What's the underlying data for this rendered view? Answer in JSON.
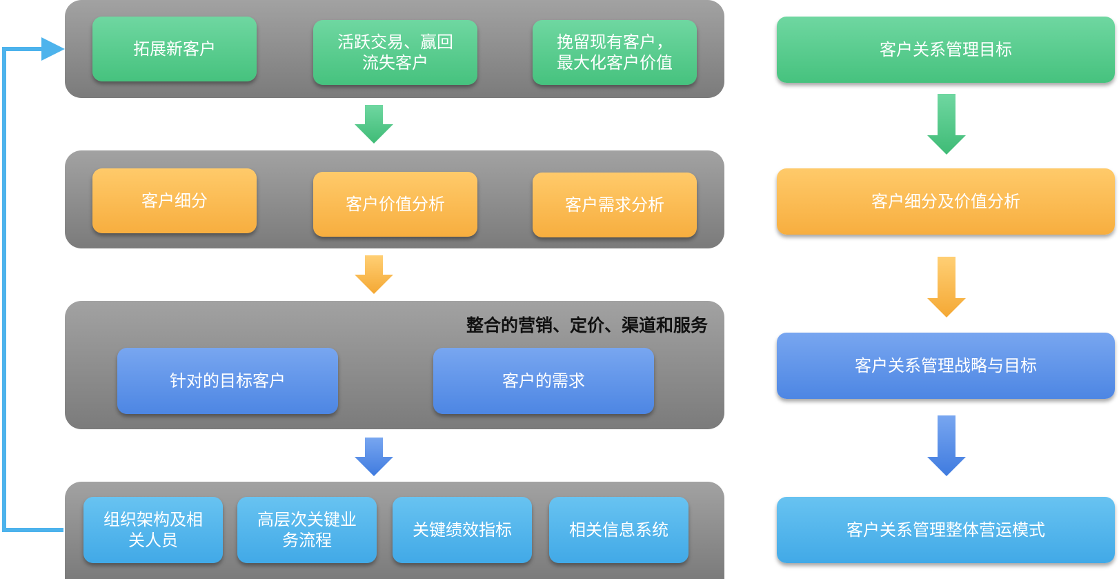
{
  "objectives_row": {
    "items": [
      "拓展新客户",
      "活跃交易、赢回\n流失客户",
      "挽留现有客户，\n最大化客户价值"
    ]
  },
  "analysis_row": {
    "items": [
      "客户细分",
      "客户价值分析",
      "客户需求分析"
    ]
  },
  "strategy_row": {
    "title": "整合的营销、定价、渠道和服务",
    "items": [
      "针对的目标客户",
      "客户的需求"
    ]
  },
  "operations_row": {
    "items": [
      "组织架构及相\n关人员",
      "高层次关键业\n务流程",
      "关键绩效指标",
      "相关信息系统"
    ]
  },
  "summary_column": {
    "items": [
      "客户关系管理目标",
      "客户细分及价值分析",
      "客户关系管理战略与目标",
      "客户关系管理整体营运模式"
    ]
  },
  "colors": {
    "green": "#46c27e",
    "orange": "#f7ae3f",
    "blue": "#4d86e3",
    "sky": "#41a9e7",
    "feedback_line": "#4db3ec"
  }
}
